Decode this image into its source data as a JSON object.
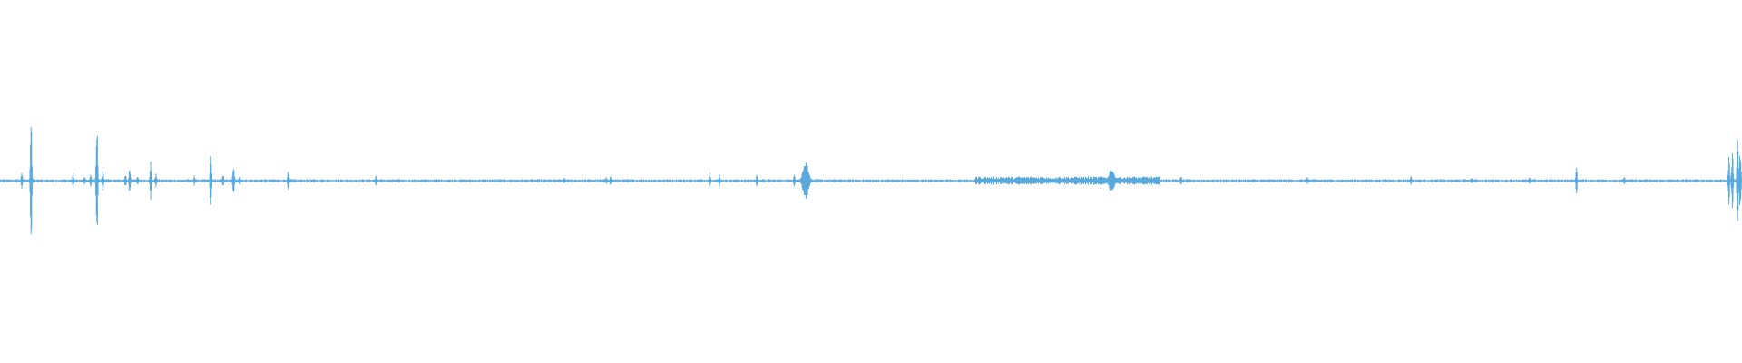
{
  "waveform": {
    "color": "#5aa9dc",
    "duration": 1.0,
    "events": [
      {
        "t": 0.0125,
        "amp": 0.045,
        "kind": "spike"
      },
      {
        "t": 0.0178,
        "amp": 0.4,
        "kind": "spike"
      },
      {
        "t": 0.042,
        "amp": 0.04,
        "kind": "spike"
      },
      {
        "t": 0.0485,
        "amp": 0.03,
        "kind": "spike"
      },
      {
        "t": 0.052,
        "amp": 0.035,
        "kind": "spike"
      },
      {
        "t": 0.0556,
        "amp": 0.38,
        "kind": "spike"
      },
      {
        "t": 0.059,
        "amp": 0.06,
        "kind": "spike"
      },
      {
        "t": 0.072,
        "amp": 0.04,
        "kind": "spike"
      },
      {
        "t": 0.0745,
        "amp": 0.08,
        "kind": "spike"
      },
      {
        "t": 0.079,
        "amp": 0.03,
        "kind": "spike"
      },
      {
        "t": 0.0865,
        "amp": 0.12,
        "kind": "spike"
      },
      {
        "t": 0.0895,
        "amp": 0.04,
        "kind": "spike"
      },
      {
        "t": 0.1115,
        "amp": 0.03,
        "kind": "spike"
      },
      {
        "t": 0.121,
        "amp": 0.16,
        "kind": "spike"
      },
      {
        "t": 0.128,
        "amp": 0.04,
        "kind": "spike"
      },
      {
        "t": 0.134,
        "amp": 0.09,
        "kind": "spike"
      },
      {
        "t": 0.1375,
        "amp": 0.035,
        "kind": "spike"
      },
      {
        "t": 0.1655,
        "amp": 0.08,
        "kind": "spike"
      },
      {
        "t": 0.216,
        "amp": 0.045,
        "kind": "spike"
      },
      {
        "t": 0.324,
        "amp": 0.02,
        "kind": "spike"
      },
      {
        "t": 0.348,
        "amp": 0.025,
        "kind": "spike"
      },
      {
        "t": 0.3505,
        "amp": 0.03,
        "kind": "spike"
      },
      {
        "t": 0.4075,
        "amp": 0.045,
        "kind": "spike"
      },
      {
        "t": 0.413,
        "amp": 0.035,
        "kind": "spike"
      },
      {
        "t": 0.4345,
        "amp": 0.035,
        "kind": "spike"
      },
      {
        "t": 0.456,
        "amp": 0.04,
        "kind": "spike"
      },
      {
        "t": 0.4625,
        "amp": 0.11,
        "kind": "burst"
      },
      {
        "t": 0.638,
        "amp": 0.065,
        "kind": "burst"
      },
      {
        "t": 0.678,
        "amp": 0.03,
        "kind": "spike"
      },
      {
        "t": 0.7505,
        "amp": 0.02,
        "kind": "spike"
      },
      {
        "t": 0.81,
        "amp": 0.025,
        "kind": "spike"
      },
      {
        "t": 0.845,
        "amp": 0.02,
        "kind": "spike"
      },
      {
        "t": 0.878,
        "amp": 0.02,
        "kind": "spike"
      },
      {
        "t": 0.905,
        "amp": 0.075,
        "kind": "spike"
      },
      {
        "t": 0.9325,
        "amp": 0.025,
        "kind": "spike"
      },
      {
        "t": 0.9925,
        "amp": 0.14,
        "kind": "spike"
      },
      {
        "t": 0.9945,
        "amp": 0.18,
        "kind": "spike"
      },
      {
        "t": 0.9975,
        "amp": 0.3,
        "kind": "spike"
      },
      {
        "t": 0.999,
        "amp": 0.2,
        "kind": "spike"
      }
    ],
    "noise_band": {
      "start": 0.56,
      "end": 0.665,
      "amp": 0.02
    }
  }
}
